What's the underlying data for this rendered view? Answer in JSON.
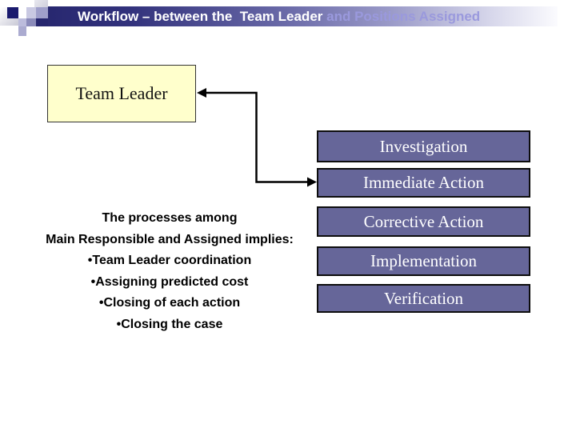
{
  "slide": {
    "title": {
      "primary": "Workflow – between the  Team Leader ",
      "secondary": "and Positions Assigned",
      "primary_color": "#ffffff",
      "secondary_color": "#9a99dd",
      "bar_gradient_start": "#26266e",
      "bar_gradient_end": "#fbfbfe"
    },
    "team_leader_box": {
      "label": "Team Leader",
      "fill": "#ffffcc",
      "border": "#333333"
    },
    "process_boxes": [
      {
        "label": "Investigation"
      },
      {
        "label": "Immediate Action"
      },
      {
        "label": "Corrective Action"
      },
      {
        "label": "Implementation"
      },
      {
        "label": "Verification"
      }
    ],
    "process_box_style": {
      "fill": "#666699",
      "text_color": "#ffffff",
      "border": "#0d0d0d"
    },
    "connector_color": "#000000",
    "description": {
      "lines": [
        "The processes among",
        "Main Responsible and Assigned implies:",
        "•Team Leader coordination",
        "•Assigning predicted cost",
        "•Closing of each action",
        "•Closing the case"
      ]
    }
  }
}
